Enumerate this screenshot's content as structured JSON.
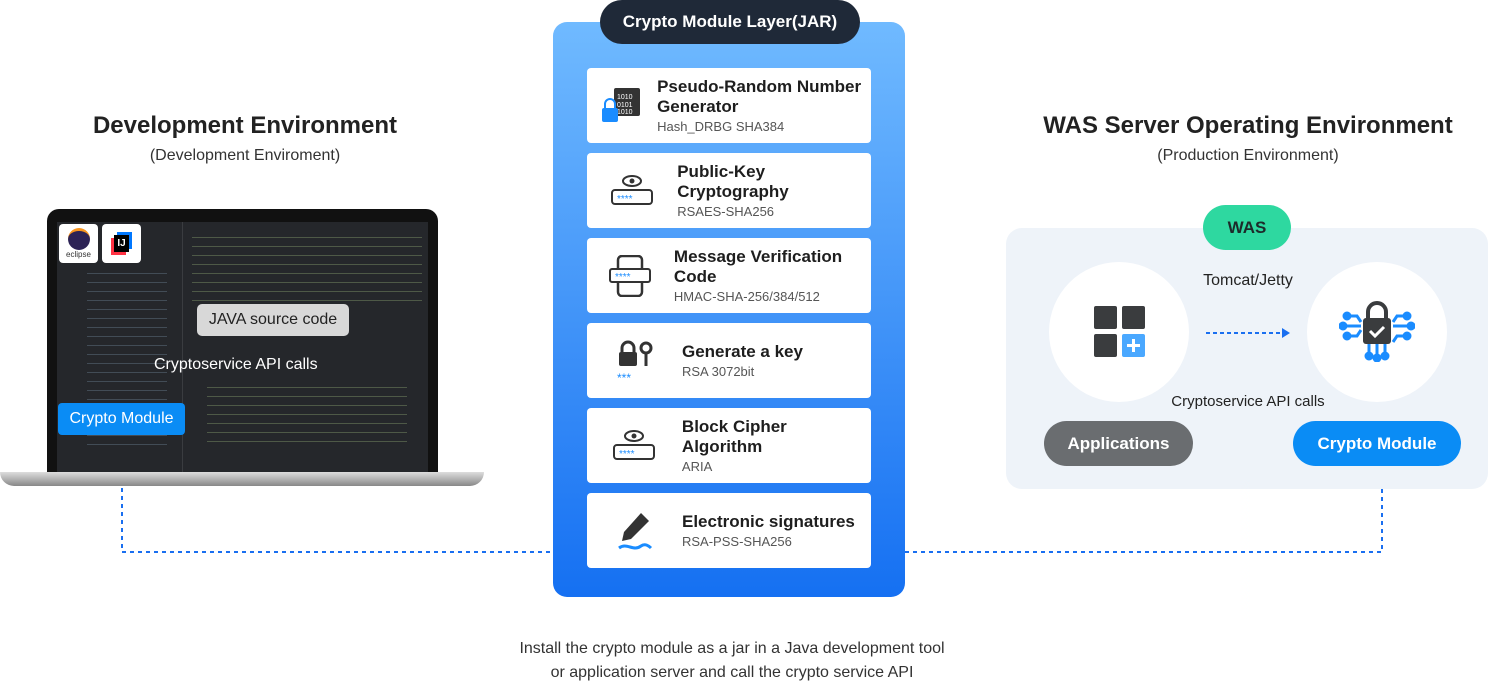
{
  "dev": {
    "title": "Development Environment",
    "subtitle": "(Development Enviroment)",
    "java_label": "JAVA source code",
    "api_calls": "Cryptoservice API calls",
    "module": "Crypto Module",
    "logos": [
      "eclipse",
      "IJ"
    ]
  },
  "jar": {
    "title": "Crypto Module Layer(JAR)",
    "cards": [
      {
        "icon": "binary-lock-icon",
        "title": "Pseudo-Random Number Generator",
        "sub": "Hash_DRBG SHA384"
      },
      {
        "icon": "eye-password-icon",
        "title": "Public-Key Cryptography",
        "sub": "RSAES-SHA256"
      },
      {
        "icon": "phone-password-icon",
        "title": "Message Verification Code",
        "sub": "HMAC-SHA-256/384/512"
      },
      {
        "icon": "lock-key-icon",
        "title": "Generate a key",
        "sub": "RSA 3072bit"
      },
      {
        "icon": "eye-password-icon",
        "title": "Block Cipher Algorithm",
        "sub": "ARIA"
      },
      {
        "icon": "pen-signature-icon",
        "title": "Electronic signatures",
        "sub": "RSA-PSS-SHA256"
      }
    ]
  },
  "was": {
    "title": "WAS Server Operating Environment",
    "subtitle": "(Production Environment)",
    "badge": "WAS",
    "server": "Tomcat/Jetty",
    "api_calls": "Cryptoservice API calls",
    "apps": "Applications",
    "module": "Crypto Module"
  },
  "caption": [
    "Install the crypto module as a jar in a Java development tool",
    "or application server and call the crypto service API"
  ],
  "colors": {
    "blue": "#0a8cf5",
    "green": "#2ed8a0",
    "dark": "#1f2938",
    "gray": "#6a6d70"
  }
}
